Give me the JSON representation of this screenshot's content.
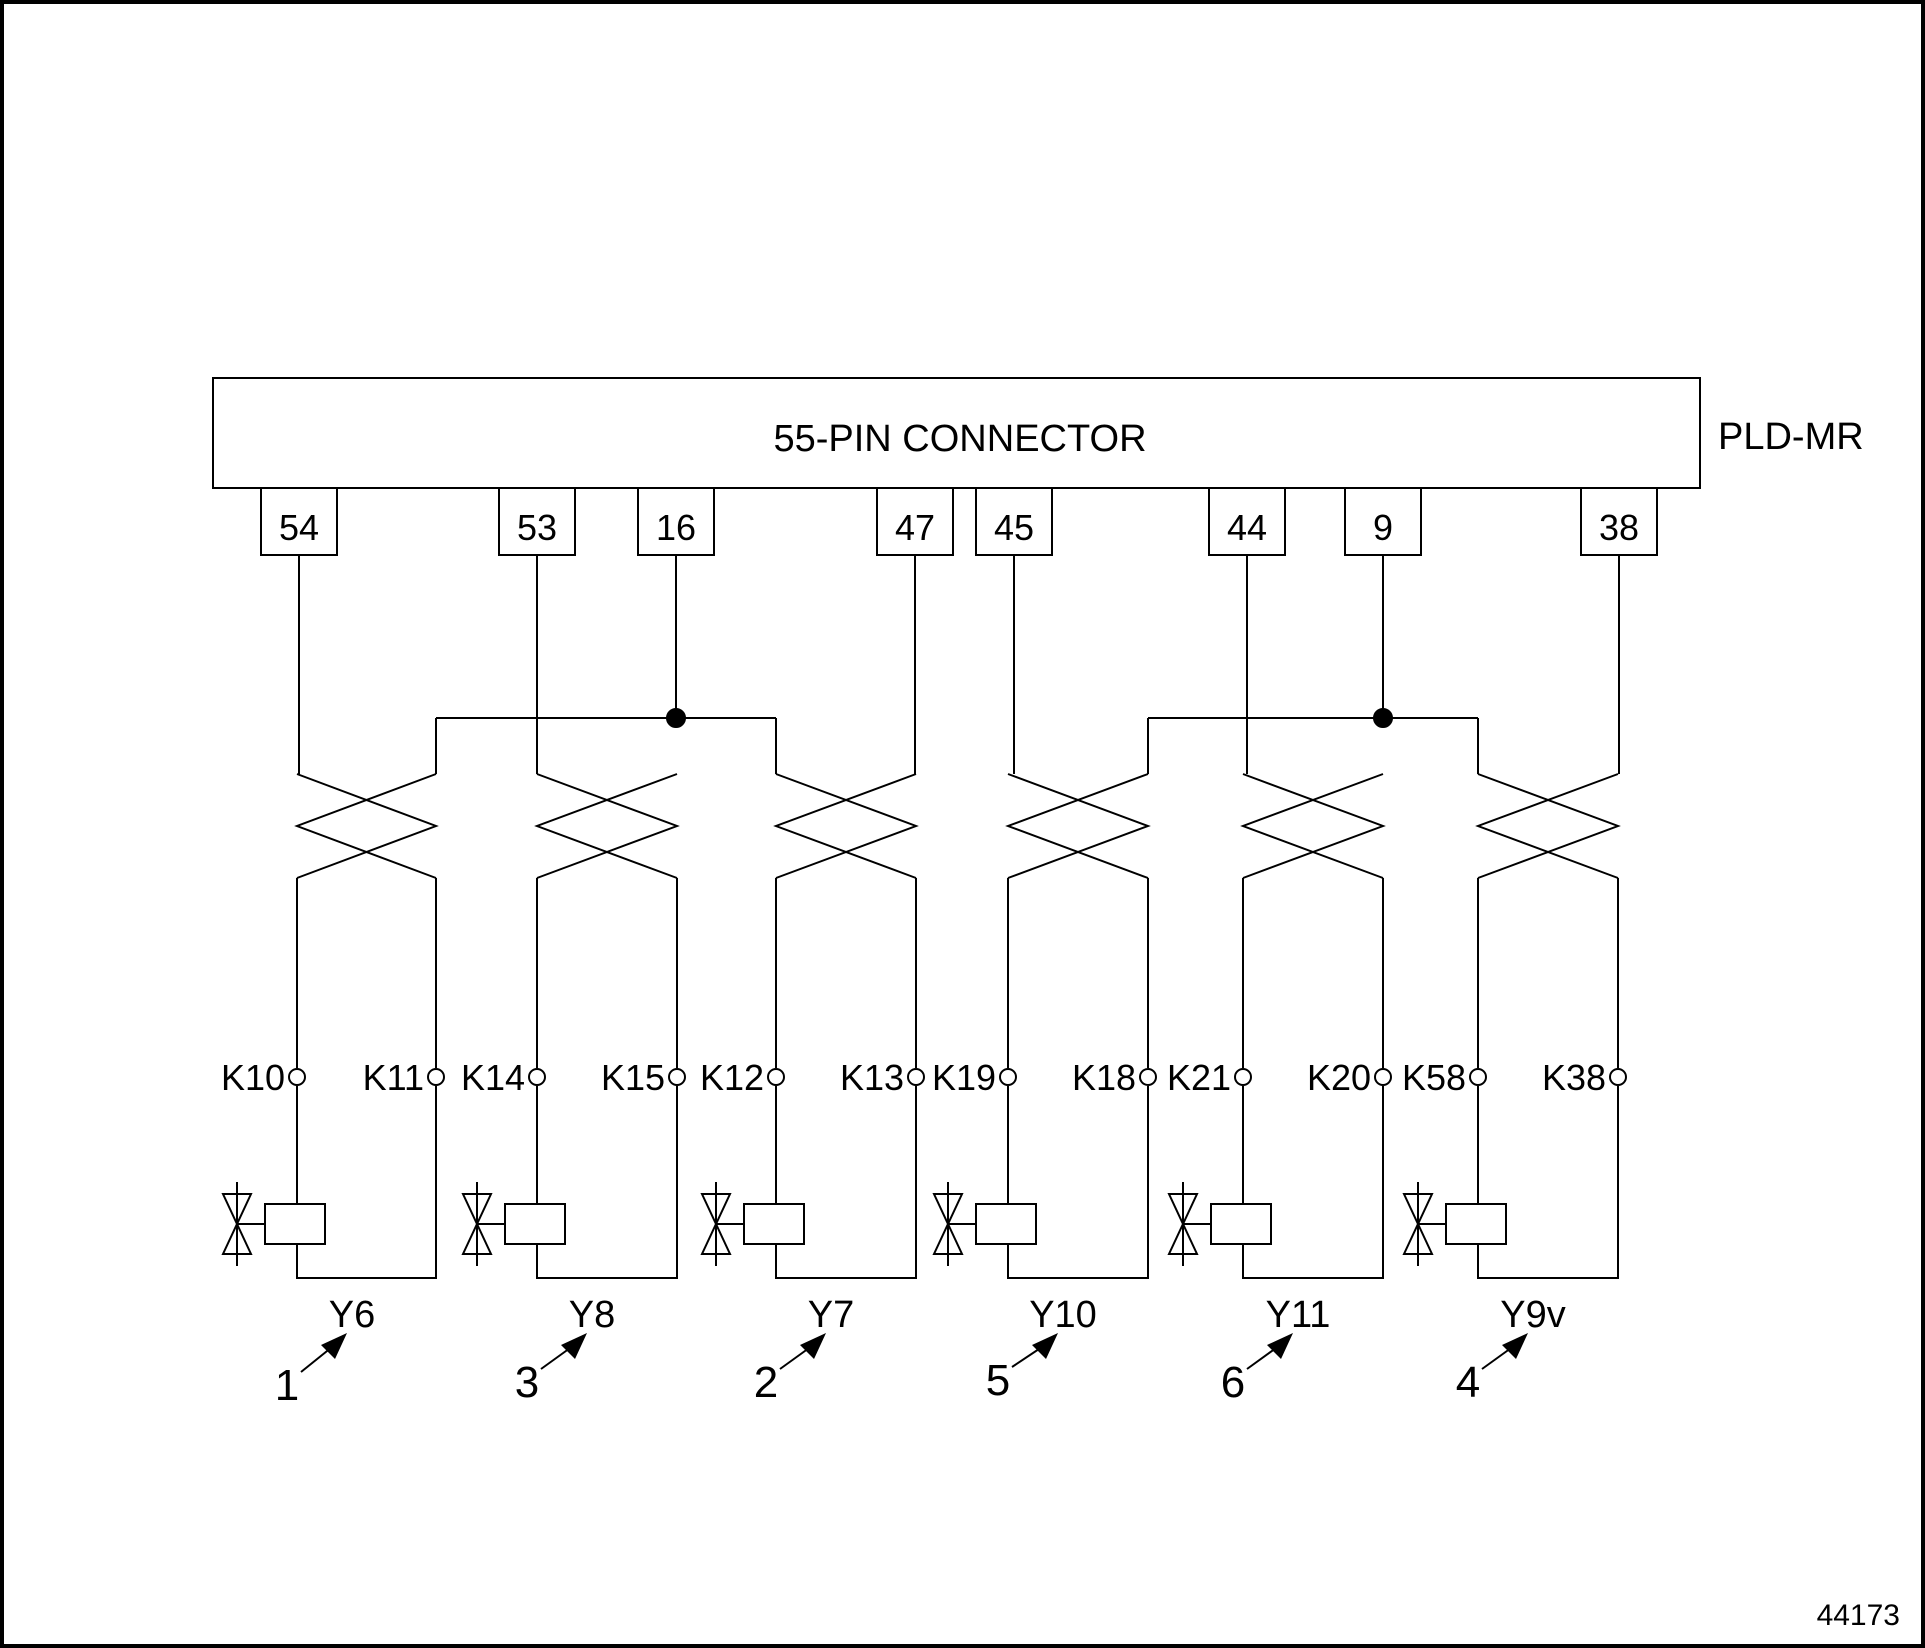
{
  "connector": {
    "label": "55-PIN CONNECTOR",
    "module": "PLD-MR"
  },
  "pins": [
    "54",
    "53",
    "16",
    "47",
    "45",
    "44",
    "9",
    "38"
  ],
  "cylinders": [
    {
      "valve": "Y6",
      "number": "1",
      "terminals": [
        "K10",
        "K11"
      ]
    },
    {
      "valve": "Y8",
      "number": "3",
      "terminals": [
        "K14",
        "K15"
      ]
    },
    {
      "valve": "Y7",
      "number": "2",
      "terminals": [
        "K12",
        "K13"
      ]
    },
    {
      "valve": "Y10",
      "number": "5",
      "terminals": [
        "K19",
        "K18"
      ]
    },
    {
      "valve": "Y11",
      "number": "6",
      "terminals": [
        "K21",
        "K20"
      ]
    },
    {
      "valve": "Y9v",
      "number": "4",
      "terminals": [
        "K58",
        "K38"
      ]
    }
  ],
  "figure_id": "44173"
}
